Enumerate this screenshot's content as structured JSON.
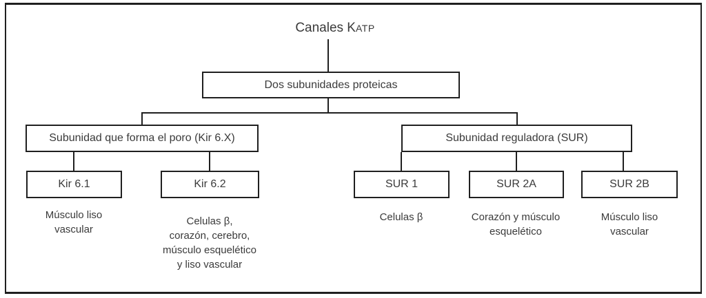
{
  "diagram": {
    "title": {
      "main": "Canales K",
      "subscript": "ATP"
    },
    "root": {
      "label": "Dos subunidades proteicas"
    },
    "branches": [
      {
        "label": "Subunidad que forma el poro (Kir 6.X)",
        "children": [
          {
            "box": "Kir 6.1",
            "caption": "Músculo liso\nvascular"
          },
          {
            "box": "Kir 6.2",
            "caption": "Celulas β,\ncorazón, cerebro,\nmúsculo esquelético\ny liso vascular"
          }
        ]
      },
      {
        "label": "Subunidad reguladora (SUR)",
        "children": [
          {
            "box": "SUR 1",
            "caption": "Celulas β"
          },
          {
            "box": "SUR 2A",
            "caption": "Corazón y músculo\nesquelético"
          },
          {
            "box": "SUR 2B",
            "caption": "Músculo liso\nvascular"
          }
        ]
      }
    ],
    "colors": {
      "line": "#1f1f1f",
      "text": "#3a3a3a",
      "background": "#ffffff"
    }
  }
}
